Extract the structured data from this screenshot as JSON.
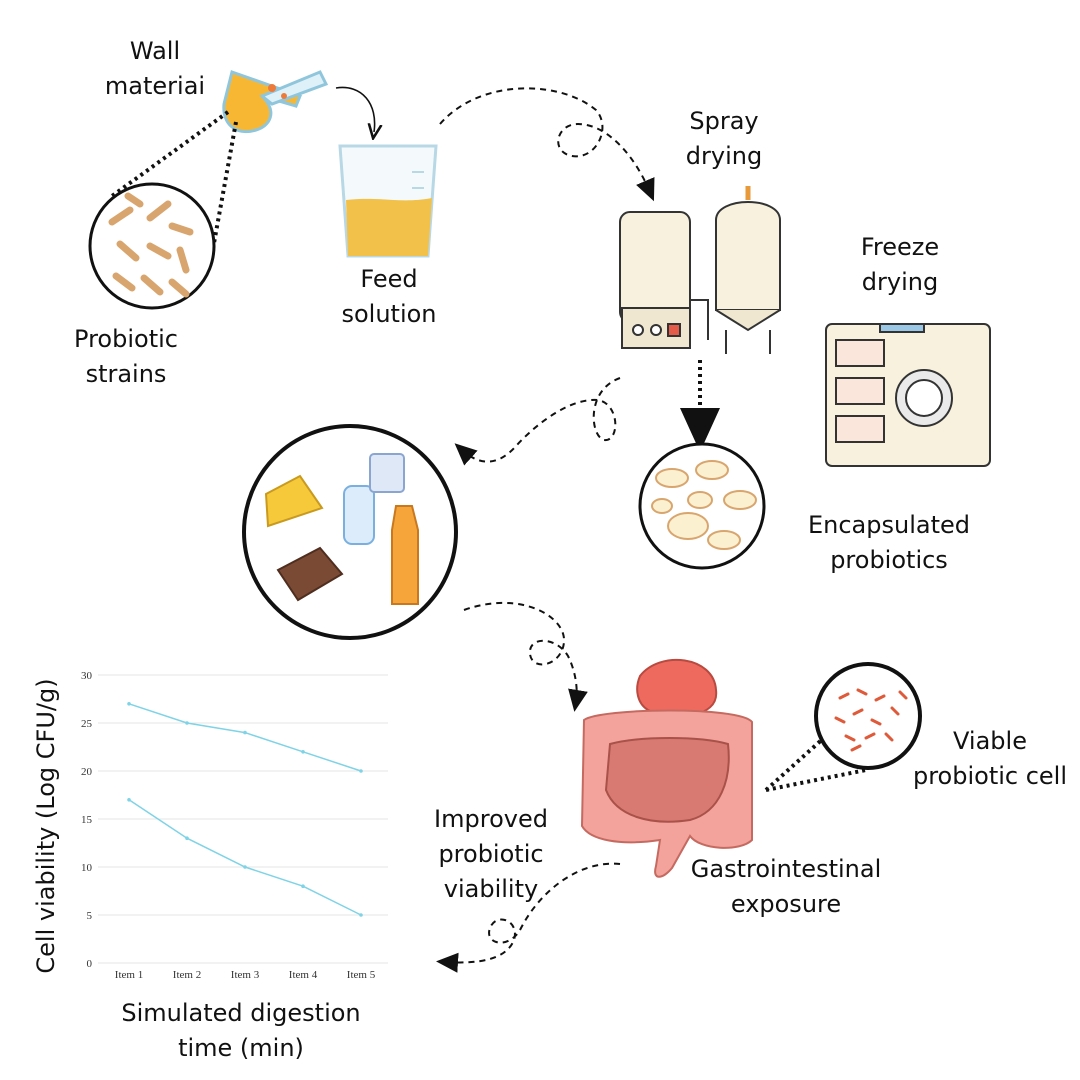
{
  "labels": {
    "wall_material": "Wall\nmateriai",
    "probiotic_strains": "Probiotic\nstrains",
    "feed_solution": "Feed\nsolution",
    "spray_drying": "Spray\ndrying",
    "freeze_drying": "Freeze\ndrying",
    "encapsulated_probiotics": "Encapsulated\nprobiotics",
    "viable_probiotic_cell": "Viable\nprobiotic cell",
    "improved_viability": "Improved\nprobiotic\nviability",
    "gi_exposure": "Gastrointestinal\nexposure"
  },
  "colors": {
    "line": "#7fd3e6",
    "grid": "#e6e6e6",
    "bacteria": "#d9a56e",
    "stomach": "#ee6a5e",
    "intestine": "#f3a39b",
    "cheese": "#f5c93a",
    "chocolate": "#7a4a35",
    "juice": "#f6a53a"
  },
  "icons": [
    "flask-icon",
    "beaker-icon",
    "bacteria-circle-icon",
    "spray-dryer-icon",
    "freeze-dryer-icon",
    "capsules-circle-icon",
    "food-products-icon",
    "digestive-system-icon",
    "viable-cells-circle-icon"
  ],
  "chart_data": {
    "type": "line",
    "categories": [
      "Item 1",
      "Item 2",
      "Item 3",
      "Item 4",
      "Item 5"
    ],
    "series": [
      {
        "values": [
          27,
          25,
          24,
          22,
          20
        ]
      },
      {
        "values": [
          17,
          13,
          10,
          8,
          5
        ]
      }
    ],
    "ylim": [
      0,
      30
    ],
    "yticks": [
      0,
      5,
      10,
      15,
      20,
      25,
      30
    ],
    "xlabel": "Simulated digestion\ntime (min)",
    "ylabel": "Cell viability (Log CFU/g)",
    "grid": true,
    "legend": "none"
  }
}
